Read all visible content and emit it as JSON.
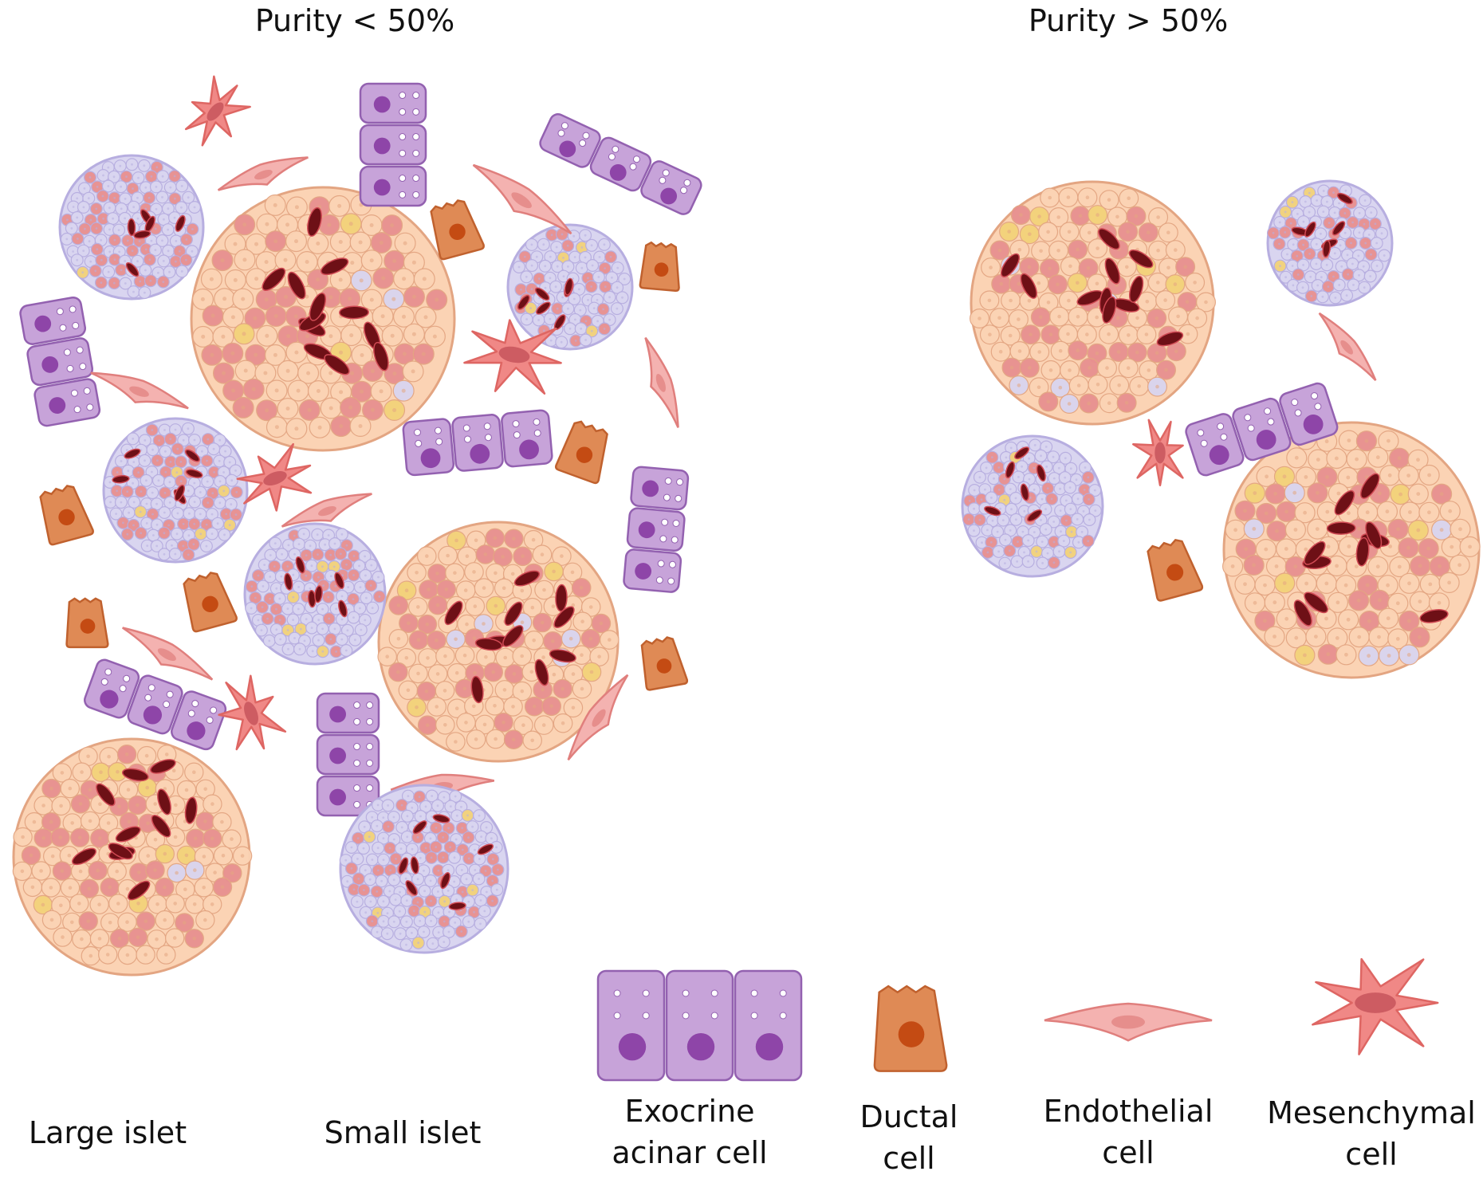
{
  "titles": {
    "left": "Purity < 50%",
    "right": "Purity > 50%"
  },
  "legend": {
    "large_islet": "Large islet",
    "small_islet": "Small islet",
    "acinar_line1": "Exocrine",
    "acinar_line2": "acinar cell",
    "ductal_line1": "Ductal",
    "ductal_line2": "cell",
    "endothelial_line1": "Endothelial",
    "endothelial_line2": "cell",
    "mesenchymal_line1": "Mesenchymal",
    "mesenchymal_line2": "cell"
  },
  "colors": {
    "large_islet_fill": "#fbd3b4",
    "large_islet_stroke": "#e3a582",
    "small_islet_fill": "#d9d5f0",
    "small_islet_stroke": "#b7aee0",
    "islet_beta_cell": "#e89090",
    "islet_dark_nucleus": "#6e1016",
    "islet_yellow_cell": "#f3d27a",
    "acinar_fill": "#c7a3d9",
    "acinar_stroke": "#9361b0",
    "acinar_nucleus": "#8e45a8",
    "ductal_fill": "#df8a55",
    "ductal_stroke": "#c0612e",
    "ductal_nucleus": "#c44b13",
    "endothelial_fill": "#f4b2b0",
    "endothelial_stroke": "#e07f7d",
    "mesenchymal_fill": "#f08886",
    "mesenchymal_stroke": "#de6663"
  }
}
